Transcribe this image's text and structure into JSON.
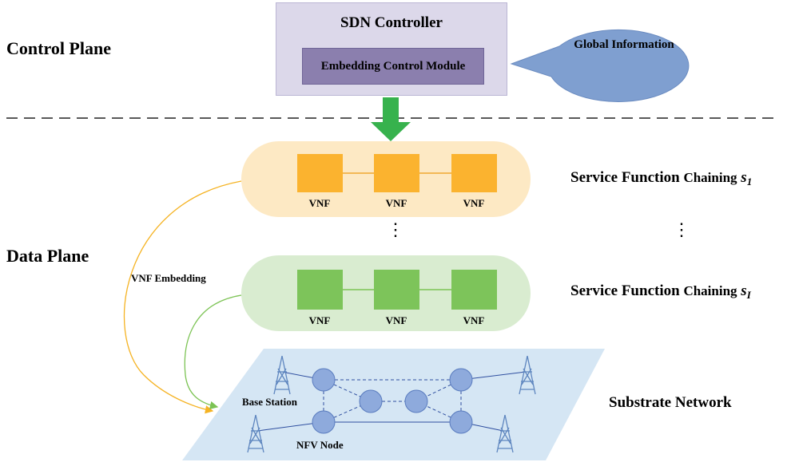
{
  "control_plane_label": "Control Plane",
  "data_plane_label": "Data Plane",
  "controller": {
    "title": "SDN Controller",
    "module": "Embedding Control Module"
  },
  "global_info": "Global Information",
  "sfc1": {
    "vnfs": [
      "VNF",
      "VNF",
      "VNF"
    ],
    "label_main": "Service Function",
    "label_small": "Chaining",
    "symbol": "s",
    "index": "1"
  },
  "sfc2": {
    "vnfs": [
      "VNF",
      "VNF",
      "VNF"
    ],
    "label_main": "Service Function",
    "label_small": "Chaining",
    "symbol": "s",
    "index": "I"
  },
  "vnf_embedding_label": "VNF Embedding",
  "substrate": {
    "label": "Substrate Network",
    "base_station_label": "Base Station",
    "nfv_node_label": "NFV Node"
  },
  "colors": {
    "controller_bg": "#dcd8ea",
    "module_bg": "#8b7fae",
    "global_info_bg": "#7f9fd0",
    "sfc1_pill": "#fde9c4",
    "sfc1_box": "#fbb32f",
    "sfc2_pill": "#d9ecd0",
    "sfc2_box": "#7dc45a",
    "arrow": "#37b24d",
    "substrate_bg": "#d5e6f4",
    "node": "#8eaadc",
    "tower": "#5e86bf",
    "embed_yellow": "#f5b323",
    "embed_green": "#7cc354"
  }
}
